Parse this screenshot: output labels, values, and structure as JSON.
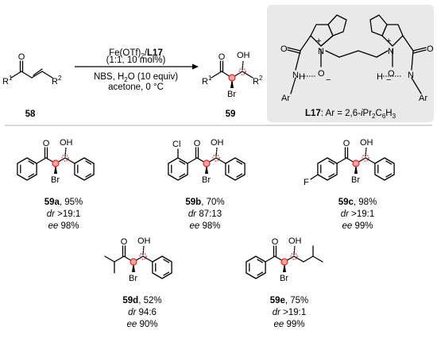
{
  "reaction": {
    "substrate": {
      "label": "58",
      "r1": "R",
      "r1_sub": "1",
      "r2": "R",
      "r2_sub": "2",
      "o": "O"
    },
    "product": {
      "label": "59",
      "r1": "R",
      "r1_sub": "1",
      "r2": "R",
      "r2_sub": "2",
      "o": "O",
      "oh": "OH",
      "br": "Br"
    },
    "conditions": {
      "catalyst_a": "Fe(OTf)",
      "catalyst_sub": "2",
      "catalyst_b": "/",
      "ligand": "L17",
      "ratio": "(1:1, 10 mol%)",
      "line2_a": "NBS, H",
      "line2_sub": "2",
      "line2_b": "O (10 equiv)",
      "line3": "acetone, 0 °C"
    }
  },
  "ligand_box": {
    "name": "L17",
    "desc_a": ": Ar = 2,6-",
    "desc_i": "i",
    "desc_b": "Pr",
    "desc_sub1": "2",
    "desc_c": "C",
    "desc_sub2": "6",
    "desc_d": "H",
    "desc_sub3": "3",
    "atoms": {
      "n": "N",
      "o": "O",
      "h": "H",
      "ar": "Ar",
      "plus": "+",
      "minus": "−"
    }
  },
  "examples": [
    {
      "id": "59a",
      "yield": ", 95%",
      "dr_label": "dr",
      "dr": " >19:1",
      "ee_label": "ee",
      "ee": " 98%"
    },
    {
      "id": "59b",
      "yield": ", 70%",
      "dr_label": "dr",
      "dr": " 87:13",
      "ee_label": "ee",
      "ee": " 98%",
      "cl": "Cl"
    },
    {
      "id": "59c",
      "yield": ", 98%",
      "dr_label": "dr",
      "dr": " >19:1",
      "ee_label": "ee",
      "ee": " 99%",
      "f": "F"
    },
    {
      "id": "59d",
      "yield": ", 52%",
      "dr_label": "dr",
      "dr": " 94:6",
      "ee_label": "ee",
      "ee": " 90%"
    },
    {
      "id": "59e",
      "yield": ", 75%",
      "dr_label": "dr",
      "dr": " >19:1",
      "ee_label": "ee",
      "ee": " 99%"
    }
  ],
  "labels": {
    "o": "O",
    "oh": "OH",
    "br": "Br"
  },
  "colors": {
    "stereocenter_fill": "#f4a3a3",
    "stereocenter_stroke": "#d92c2c",
    "ligand_box": "#e9e9e9",
    "divider": "#999999"
  }
}
